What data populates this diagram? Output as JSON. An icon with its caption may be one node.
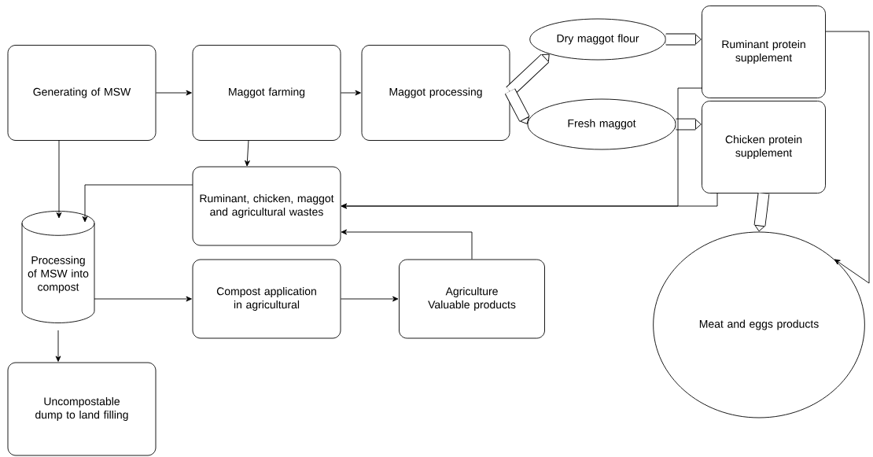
{
  "diagram": {
    "nodes": [
      {
        "text": [
          "Generating of MSW"
        ]
      },
      {
        "text": [
          "Maggot farming"
        ]
      },
      {
        "text": [
          "Maggot processing"
        ]
      },
      {
        "text": [
          "Dry maggot flour"
        ]
      },
      {
        "text": [
          "Fresh maggot"
        ]
      },
      {
        "text": [
          "Ruminant protein supplement"
        ]
      },
      {
        "text": [
          "Chicken protein supplement"
        ]
      },
      {
        "text": [
          "Ruminant, chicken, maggot and agricultural wastes"
        ]
      },
      {
        "text": [
          "Processing of MSW into compost"
        ]
      },
      {
        "text": [
          "Compost application in agricultural"
        ]
      },
      {
        "text": [
          "Agriculture Valuable products"
        ]
      },
      {
        "text": [
          "Meat and eggs products"
        ]
      },
      {
        "text": [
          "Uncompostable dump to land filling"
        ]
      }
    ],
    "edges": [
      {
        "from": 0,
        "to": 1,
        "arrow": "to"
      },
      {
        "from": 1,
        "to": 2,
        "arrow": "to"
      },
      {
        "from": 2,
        "to": 3,
        "arrow": "to",
        "style": "thick"
      },
      {
        "from": 2,
        "to": 4,
        "arrow": "to",
        "style": "thick"
      },
      {
        "from": 3,
        "to": 5,
        "arrow": "to",
        "style": "thick"
      },
      {
        "from": 4,
        "to": 6,
        "arrow": "to",
        "style": "thick"
      },
      {
        "from": 6,
        "to": 11,
        "arrow": "to",
        "style": "thick"
      },
      {
        "from": 5,
        "to": 11,
        "arrow": "to"
      },
      {
        "from": 0,
        "to": 8,
        "arrow": "to"
      },
      {
        "from": 1,
        "to": 7,
        "arrow": "to"
      },
      {
        "from": 7,
        "to": 8,
        "arrow": "to"
      },
      {
        "from": 6,
        "to": 7,
        "arrow": "to"
      },
      {
        "from": 5,
        "to": 7,
        "arrow": "to"
      },
      {
        "from": 10,
        "to": 7,
        "arrow": "to"
      },
      {
        "from": 8,
        "to": 9,
        "arrow": "to"
      },
      {
        "from": 9,
        "to": 10,
        "arrow": "to"
      },
      {
        "from": 8,
        "to": 12,
        "arrow": "to"
      }
    ]
  }
}
